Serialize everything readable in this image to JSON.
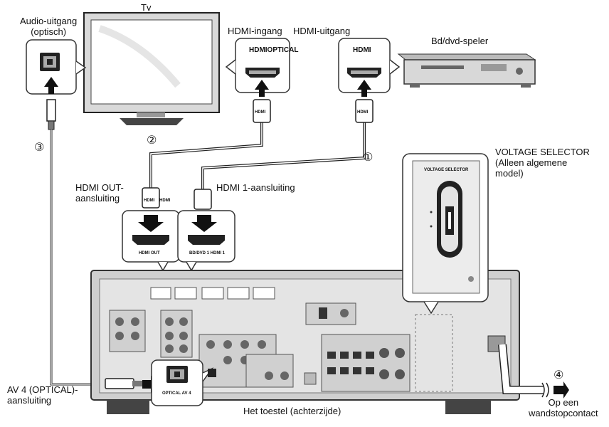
{
  "labels": {
    "tv": "Tv",
    "audio_out_line1": "Audio-uitgang",
    "audio_out_line2": "(optisch)",
    "hdmi_in": "HDMI-ingang",
    "hdmi_out_top": "HDMI-uitgang",
    "bd_player": "Bd/dvd-speler",
    "voltage_title": "VOLTAGE SELECTOR",
    "voltage_line2": "(Alleen algemene",
    "voltage_line3": "model)",
    "hdmi_out_conn_line1": "HDMI OUT-",
    "hdmi_out_conn_line2": "aansluiting",
    "hdmi1_conn": "HDMI 1-aansluiting",
    "av4_line1": "AV 4 (OPTICAL)-",
    "av4_line2": "aansluiting",
    "rear_label": "Het toestel (achterzijde)",
    "outlet_line1": "Op een",
    "outlet_line2": "wandstopcontact"
  },
  "panel_text": {
    "tv_hdmi_box": "HDMIOPTICAL",
    "player_hdmi_box": "HDMI",
    "plug_hdmi": "HDMI",
    "receiver_hdmi_out": "HDMI OUT",
    "receiver_hdmi1": "BD/DVD 1 HDMI 1",
    "receiver_av4": "OPTICAL AV 4",
    "selector_title": "VOLTAGE SELECTOR"
  },
  "steps": {
    "s1": "①",
    "s2": "②",
    "s3": "③",
    "s4": "④"
  }
}
